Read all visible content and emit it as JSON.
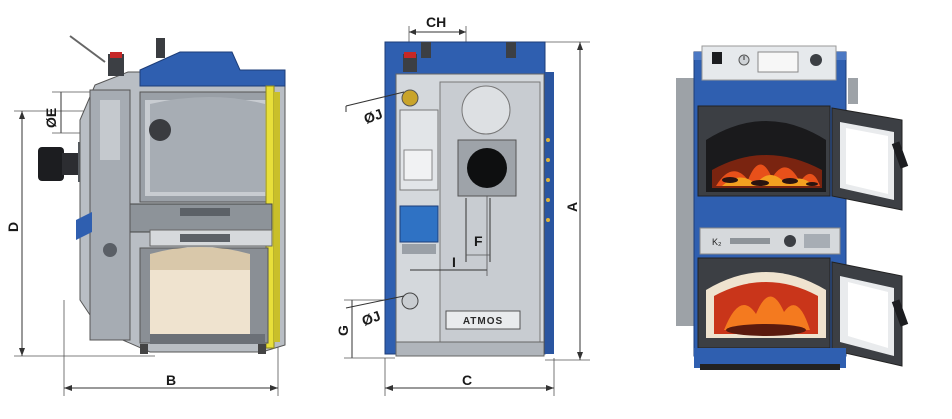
{
  "colors": {
    "boiler_blue": "#2f5fb0",
    "body_gray": "#b9bec4",
    "yellow_door": "#e8df3a",
    "dark_gray": "#3c3f44",
    "fire": "#e8501a",
    "cream": "#efe3cf"
  },
  "left_view": {
    "dim_d": "D",
    "dim_b": "B",
    "dim_e": "ØE"
  },
  "middle_view": {
    "dim_ch": "CH",
    "dim_a": "A",
    "dim_c": "C",
    "dim_f": "F",
    "dim_i": "I",
    "dim_g": "G",
    "dim_j_top": "ØJ",
    "dim_j_bottom": "ØJ",
    "brand_plate": "ATMOS"
  },
  "photo": {
    "panel_label": "K₂"
  },
  "icons": [
    "thermometer-icon",
    "flame-icon"
  ]
}
